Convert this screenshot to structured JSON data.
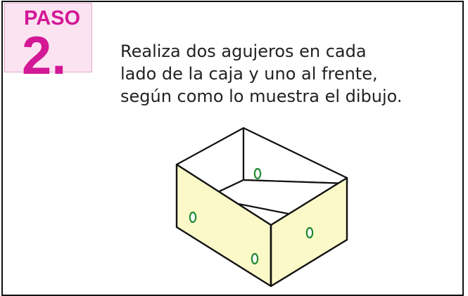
{
  "step": {
    "label": "PASO",
    "number": "2."
  },
  "instruction": {
    "lines": [
      "Realiza dos agujeros en cada",
      "lado de la caja y uno al frente,",
      "según como lo muestra el dibujo."
    ]
  },
  "colors": {
    "accent": "#d21895",
    "badge_background": "#fbe3f1",
    "box_fill": "#fbf9c8",
    "hole_color": "#1f8a2f",
    "border": "#111111"
  }
}
